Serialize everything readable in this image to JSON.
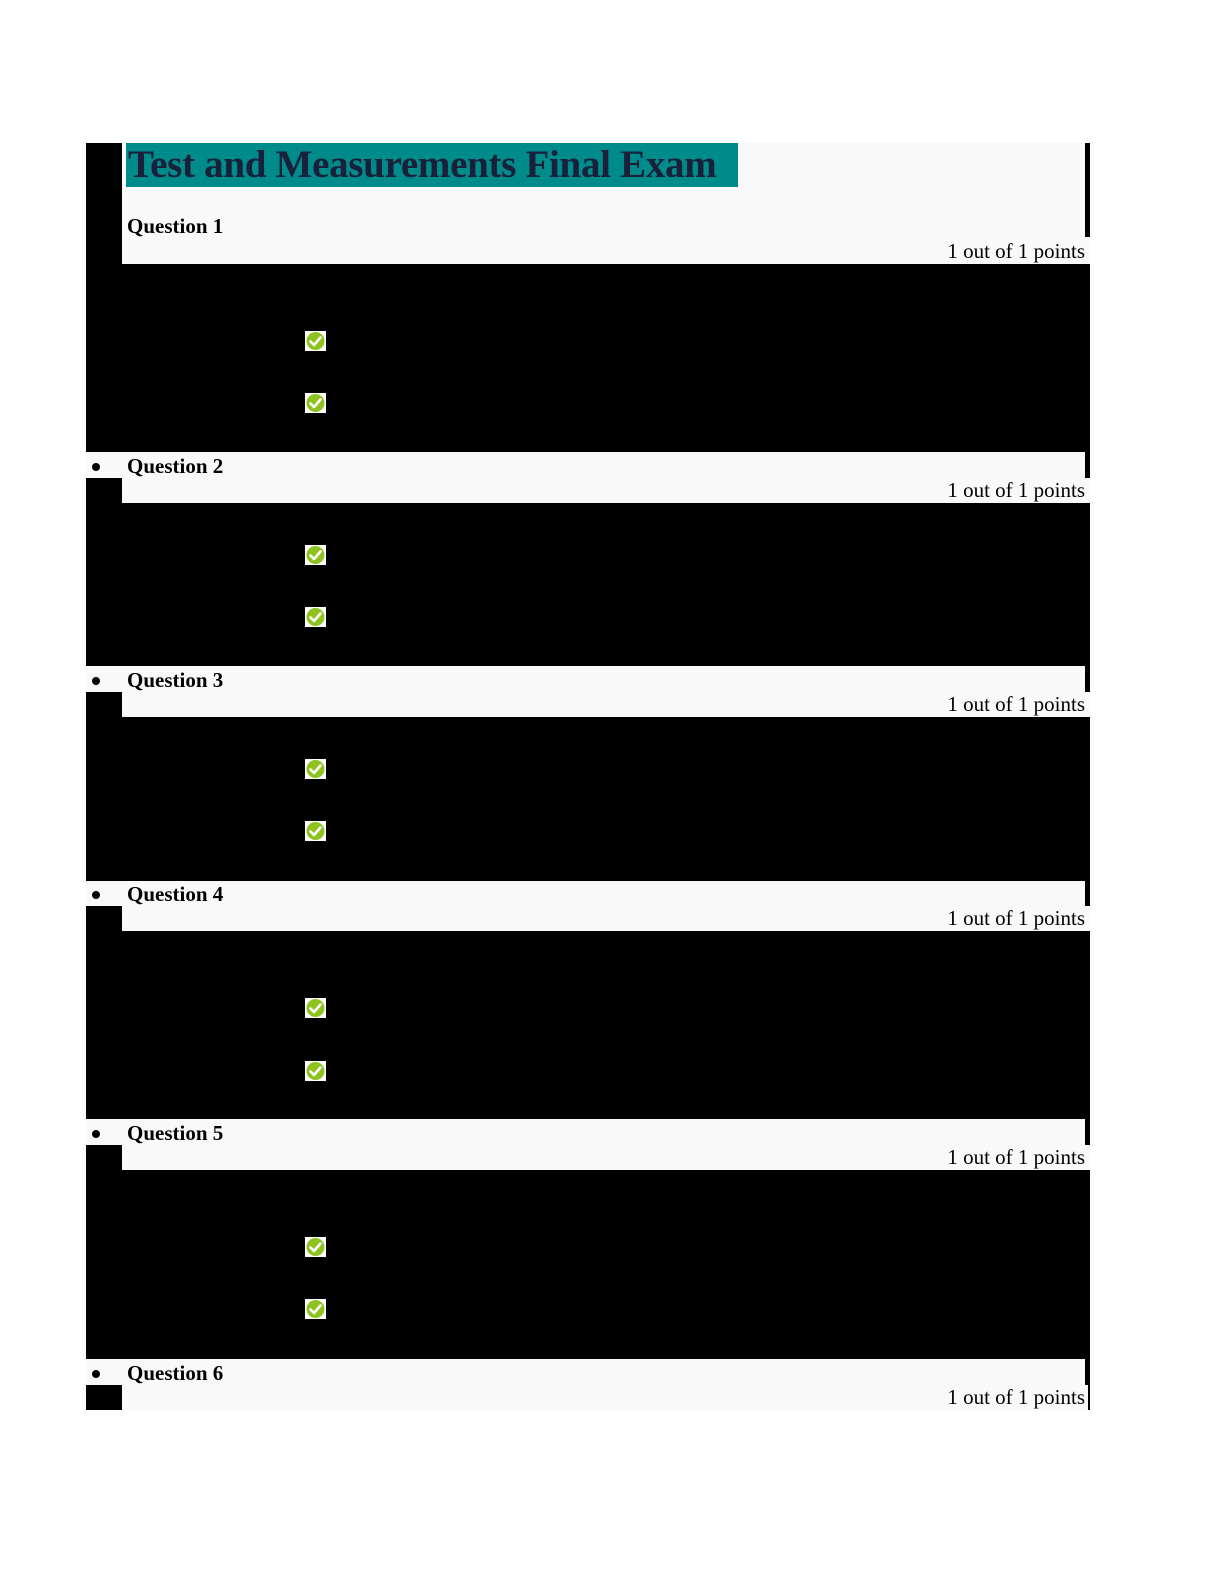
{
  "document": {
    "title": "Test and Measurements Final Exam",
    "colors": {
      "title_bg": "#008b8b",
      "title_text": "#1a1f3a",
      "panel_bg": "#f9f9f9",
      "redaction": "#000000",
      "check_green": "#8dc21f"
    }
  },
  "questions": [
    {
      "label": "Question 1",
      "score": "1 out of 1 points",
      "answer_icons": [
        "correct-check-icon",
        "correct-check-icon"
      ]
    },
    {
      "label": "Question 2",
      "score": "1 out of 1 points",
      "answer_icons": [
        "correct-check-icon",
        "correct-check-icon"
      ]
    },
    {
      "label": "Question 3",
      "score": "1 out of 1 points",
      "answer_icons": [
        "correct-check-icon",
        "correct-check-icon"
      ]
    },
    {
      "label": "Question 4",
      "score": "1 out of 1 points",
      "answer_icons": [
        "correct-check-icon",
        "correct-check-icon"
      ]
    },
    {
      "label": "Question 5",
      "score": "1 out of 1 points",
      "answer_icons": [
        "correct-check-icon",
        "correct-check-icon"
      ]
    },
    {
      "label": "Question 6",
      "score": "1 out of 1 points",
      "answer_icons": []
    }
  ]
}
